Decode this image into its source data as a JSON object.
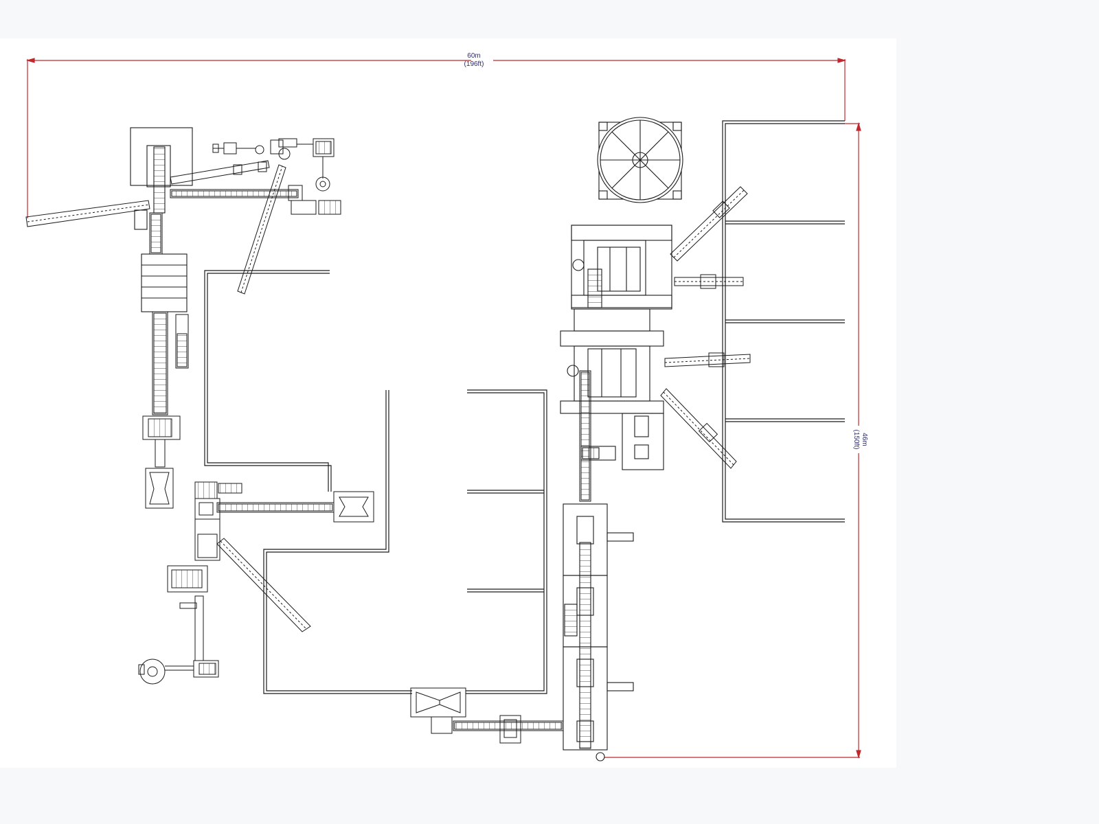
{
  "dimensions": {
    "width": {
      "metric": "60m",
      "imperial": "(196ft)"
    },
    "height": {
      "metric": "46m",
      "imperial": "(150ft)"
    }
  },
  "colors": {
    "sheet": "#ffffff",
    "background": "#f6f8fa",
    "line": "#1a1a1a",
    "dimension": "#c0282d",
    "dimension_text": "#2a2a6a"
  }
}
